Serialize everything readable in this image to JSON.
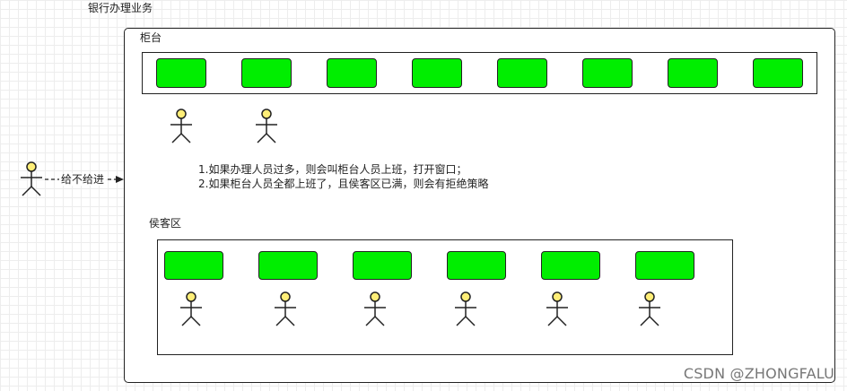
{
  "diagram": {
    "title": "银行办理业务",
    "bank_area": {
      "label": "柜台"
    },
    "waiting_area": {
      "label": "侯客区"
    },
    "arrow_label": "给不给进",
    "notes": [
      "1.如果办理人员过多，则会叫柜台人员上班，打开窗口；",
      "2.如果柜台人员全都上班了，且侯客区已满，则会有拒绝策略"
    ],
    "counter_window_count": 8,
    "counter_staff_count": 2,
    "waiting_seat_count": 6,
    "waiting_person_count": 6
  },
  "watermark": "CSDN @ZHONGFALU",
  "colors": {
    "slot_fill": "#00ee00",
    "actor_head": "#ffee77",
    "stroke": "#222222"
  }
}
